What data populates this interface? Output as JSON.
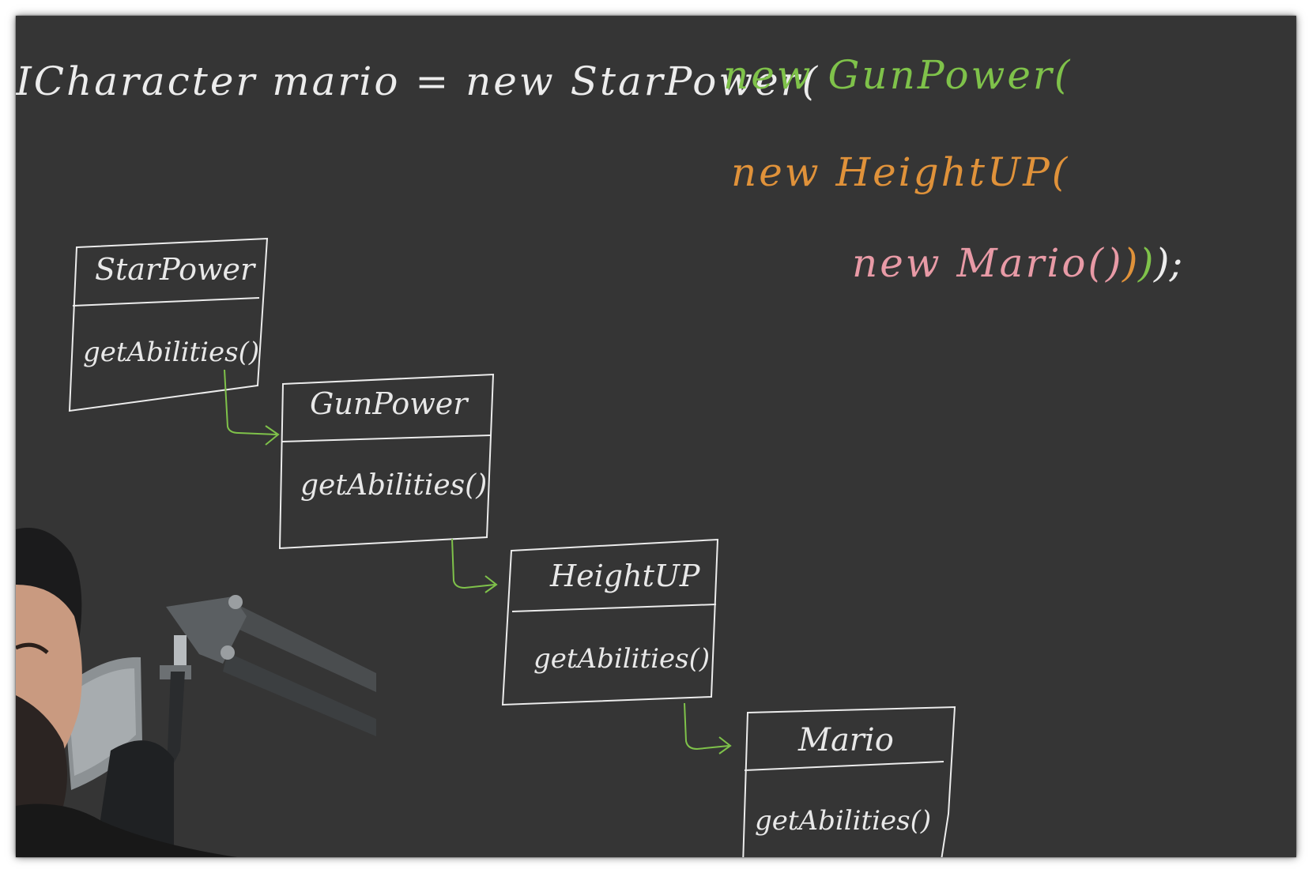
{
  "colors": {
    "board": "#353535",
    "chalk_white": "#ececec",
    "green": "#7fc24a",
    "orange": "#e0923a",
    "pink": "#e89aa6"
  },
  "code": {
    "line1_white": "ICharacter mario = new StarPower(",
    "line1_green": "new GunPower(",
    "line2_orange": "new HeightUP(",
    "line3_pink": "new Mario()",
    "line3_close_orange": ")",
    "line3_close_green": ")",
    "line3_close_white": ");"
  },
  "diagram": {
    "boxes": [
      {
        "title": "StarPower",
        "method": "getAbilities()"
      },
      {
        "title": "GunPower",
        "method": "getAbilities()"
      },
      {
        "title": "HeightUP",
        "method": "getAbilities()"
      },
      {
        "title": "Mario",
        "method": "getAbilities()"
      }
    ]
  },
  "presenter": {
    "description_icon": "presenter-with-mic-arm"
  }
}
